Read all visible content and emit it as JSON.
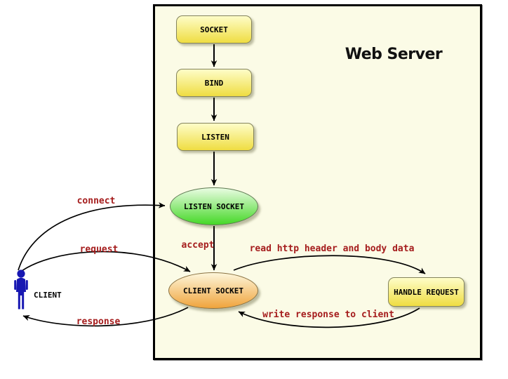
{
  "diagram": {
    "title": "Web Server",
    "nodes": {
      "socket": {
        "label": "SOCKET"
      },
      "bind": {
        "label": "BIND"
      },
      "listen": {
        "label": "LISTEN"
      },
      "listen_socket": {
        "label": "LISTEN SOCKET"
      },
      "client_socket": {
        "label": "CLIENT SOCKET"
      },
      "handle_request": {
        "label": "HANDLE REQUEST"
      }
    },
    "actor": {
      "label": "CLIENT"
    },
    "edges": {
      "connect": {
        "label": "connect"
      },
      "accept": {
        "label": "accept"
      },
      "request": {
        "label": "request"
      },
      "response": {
        "label": "response"
      },
      "read_http": {
        "label": "read http header and body data"
      },
      "write_response": {
        "label": "write response to client"
      }
    },
    "colors": {
      "canvas_bg": "#ffffff",
      "server_bg": "#fbfbe6",
      "server_border": "#000000",
      "process_fill_top": "#fefdc8",
      "process_fill_bottom": "#efdd42",
      "process_border": "#84845c",
      "listen_fill_top": "#e9fce2",
      "listen_fill_bottom": "#45d827",
      "listen_border": "#5f7a52",
      "client_fill_top": "#fdf6da",
      "client_fill_bottom": "#f0a43c",
      "client_border": "#8a7242",
      "edge_label_color": "#a51d1d",
      "actor_color": "#1717b2",
      "arrow_color": "#000000"
    }
  }
}
